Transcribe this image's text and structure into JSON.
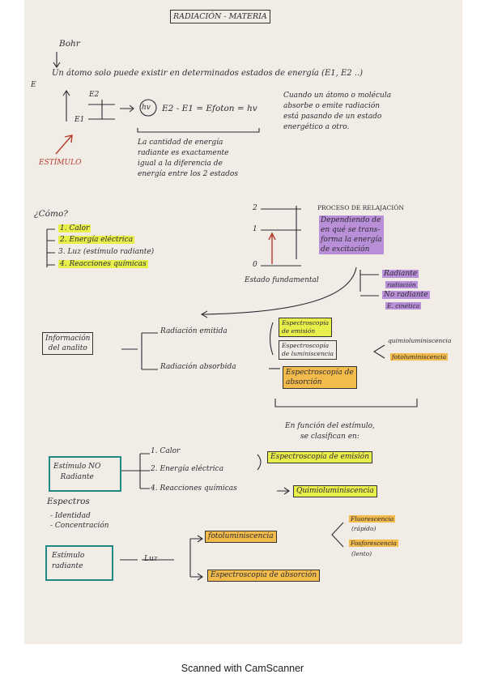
{
  "title": "RADIACIÓN - MATERIA",
  "bohr": {
    "author": "Bohr",
    "statement": "Un átomo solo puede existir en determinados estados de energía (E1, E2 ..)",
    "energy_axis": "E",
    "level_upper": "E2",
    "level_lower": "E1",
    "photon": "hv",
    "equation": "E2 - E1 = Efoton = hv",
    "explanation": [
      "La cantidad de energía",
      "radiante es exactamente",
      "igual a la diferencia de",
      "energía entre los 2 estados"
    ],
    "transition_note": [
      "Cuando un átomo o molécula",
      "absorbe o emite radiación",
      "está pasando de un estado",
      "energético a otro."
    ],
    "stimulus": "ESTÍMULO"
  },
  "how": {
    "question": "¿Cómo?",
    "items": [
      "1. Calor",
      "2. Energía eléctrica",
      "3. Luz (estímulo radiante)",
      "4. Reacciones químicas"
    ]
  },
  "relaxation": {
    "levels": [
      "2",
      "1",
      "0"
    ],
    "ground_state": "Estado fundamental",
    "title": "PROCESO DE RELAJACIÓN",
    "depends": [
      "Dependiendo de",
      "en qué se trans-",
      "forma la energía",
      "de excitación"
    ],
    "radiant": "Radiante",
    "radiant_sub": "radiación",
    "non_radiant": "No radiante",
    "non_radiant_sub": "E. cinética"
  },
  "analyte": {
    "info_label": [
      "Información",
      "del analito"
    ],
    "emitted": "Radiación emitida",
    "absorbed": "Radiación absorbida",
    "emission_spec": [
      "Espectroscopía",
      "de emisión"
    ],
    "lumin_spec": [
      "Espectroscopía",
      "de luminiscencia"
    ],
    "absorption_spec": [
      "Espectroscopía de",
      "absorción"
    ],
    "chemilum": "quimioluminiscencia",
    "photolum": "fotoluminiscencia"
  },
  "classification": {
    "intro": [
      "En función del estímulo,",
      "se clasifican en:"
    ],
    "non_radiant_box": [
      "Estímulo NO",
      "Radiante"
    ],
    "items": [
      "1. Calor",
      "2. Energía eléctrica",
      "4. Reacciones químicas"
    ],
    "emission_result": "Espectroscopía de emisión",
    "chemilum_result": "Quimioluminiscencia",
    "spectra_title": "Espectros",
    "spectra_items": [
      "- Identidad",
      "- Concentración"
    ],
    "radiant_box": [
      "Estímulo",
      "radiante"
    ],
    "light": "Luz",
    "photolum": "fotoluminiscencia",
    "fluor": "Fluorescencia",
    "fluor_sub": "(rápido)",
    "phosph": "Fosforescencia",
    "phosph_sub": "(lento)",
    "absorption_result": "Espectroscopía de absorción"
  },
  "footer": "Scanned with CamScanner",
  "colors": {
    "paper": "#f1ede6",
    "ink": "#2b2b33",
    "red_ink": "#b53a2b",
    "yellow": "#e9ef4a",
    "orange": "#f2bb4c",
    "purple": "#b98fd8",
    "teal": "#1f8a82"
  }
}
